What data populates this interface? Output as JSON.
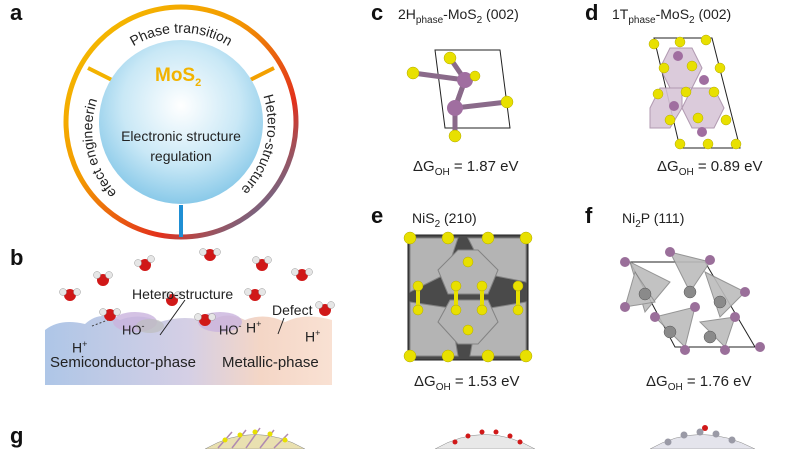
{
  "panels": {
    "a": "a",
    "b": "b",
    "c": "c",
    "d": "d",
    "e": "e",
    "f": "f",
    "g": "g"
  },
  "panel_a": {
    "center_formula_main": "MoS",
    "center_formula_sub": "2",
    "center_text_line1": "Electronic structure",
    "center_text_line2": "regulation",
    "ring_labels": [
      "Phase transition",
      "Hetero-structure",
      "Defect engineering"
    ]
  },
  "panel_b": {
    "hetero_label": "Hetero-structure",
    "defect_label": "Defect",
    "semi_label": "Semiconductor-phase",
    "metal_label": "Metallic-phase",
    "h_plus": "H",
    "h_plus_sup": "+",
    "ho_minus": "HO",
    "ho_minus_sup": "-"
  },
  "panel_c": {
    "title_pre": "2H",
    "title_sub": "phase",
    "title_post": "-MoS",
    "title_sub2": "2",
    "title_end": " (002)",
    "dg_pre": "ΔG",
    "dg_sub": "OH",
    "dg_post": " = 1.87 eV"
  },
  "panel_d": {
    "title_pre": "1T",
    "title_sub": "phase",
    "title_post": "-MoS",
    "title_sub2": "2",
    "title_end": " (002)",
    "dg_pre": "ΔG",
    "dg_sub": "OH",
    "dg_post": " = 0.89 eV"
  },
  "panel_e": {
    "title_pre": "NiS",
    "title_sub": "2",
    "title_end": " (210)",
    "dg_pre": "ΔG",
    "dg_sub": "OH",
    "dg_post": " = 1.53 eV"
  },
  "panel_f": {
    "title_pre": "Ni",
    "title_sub": "2",
    "title_end": "P (111)",
    "dg_pre": "ΔG",
    "dg_sub": "OH",
    "dg_post": " = 1.76 eV"
  },
  "colors": {
    "sulfur": "#e8e000",
    "molybdenum": "#a06ea0",
    "phosphorus": "#9a6f9a",
    "nickel": "#8a8a8a",
    "oxygen": "#d01818",
    "hydrogen": "#e6e6e6",
    "sky": "#9fd4ee",
    "semi_phase": "#b7cbe6",
    "metal_phase": "#f6d9c8"
  }
}
